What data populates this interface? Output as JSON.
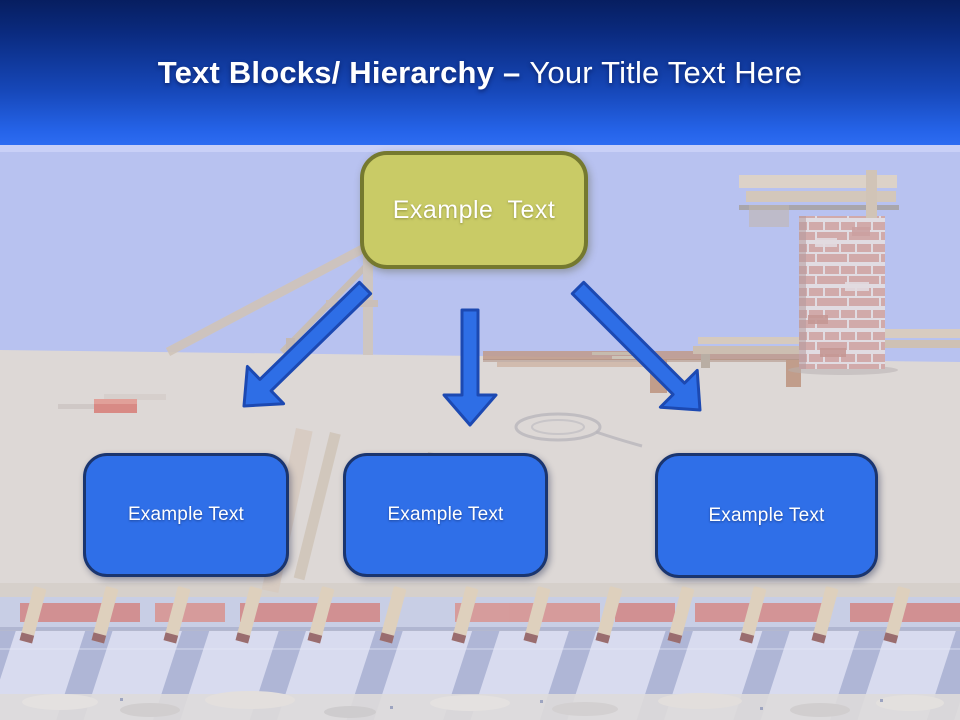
{
  "slide_title": {
    "bold_text": "Text Blocks/ Hierarchy –",
    "regular_text": "Your Title Text Here"
  },
  "hierarchy": {
    "root": {
      "label": "Example Text"
    },
    "children": [
      {
        "label": "Example Text"
      },
      {
        "label": "Example Text"
      },
      {
        "label": "Example Text"
      }
    ]
  },
  "colors": {
    "header_gradient_top": "#071e60",
    "header_gradient_bottom": "#2d6cf2",
    "title_color": "#ffffff",
    "root_box_fill": "#c9cb66",
    "root_box_border": "#75792f",
    "child_box_fill": "#2f6fe8",
    "child_box_border": "#1a356f",
    "arrow_fill": "#2e6ee6",
    "arrow_border": "#1c49b2",
    "sky_tint": "#b6c1ef",
    "deck_tint": "#e9dfcb"
  },
  "background_scene": {
    "description": "Construction-site photo washed in pale blue: timber roof deck under a periwinkle sky, A-frame bracing, work bench, brick chimney with formwork planks, red toolbox, loose boards, rope coil, rafter tails over a brick ring beam and concrete wall with diagonal rafter shadows"
  }
}
